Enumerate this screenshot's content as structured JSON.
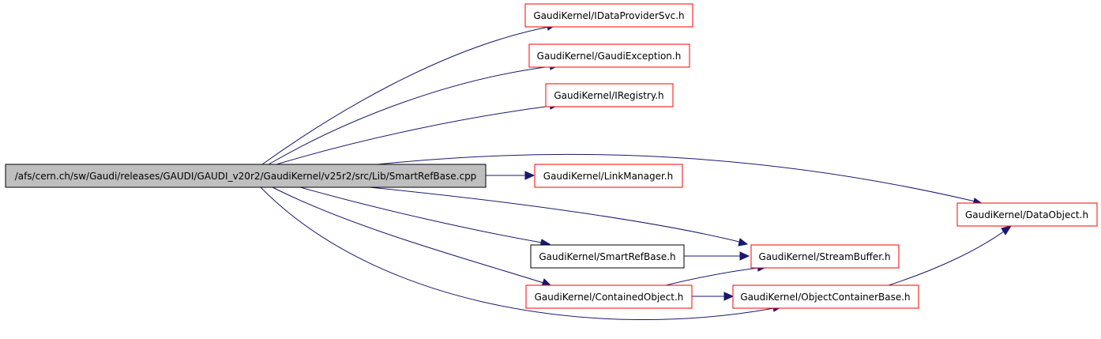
{
  "graph": {
    "root": "/afs/cern.ch/sw/Gaudi/releases/GAUDI/GAUDI_v20r2/GaudiKernel/v25r2/src/Lib/SmartRefBase.cpp",
    "nodes": [
      {
        "id": "root",
        "label": "/afs/cern.ch/sw/Gaudi/releases/GAUDI/GAUDI_v20r2/GaudiKernel/v25r2/src/Lib/SmartRefBase.cpp",
        "style": "root"
      },
      {
        "id": "idps",
        "label": "GaudiKernel/IDataProviderSvc.h",
        "style": "red"
      },
      {
        "id": "gexc",
        "label": "GaudiKernel/GaudiException.h",
        "style": "red"
      },
      {
        "id": "ireg",
        "label": "GaudiKernel/IRegistry.h",
        "style": "red"
      },
      {
        "id": "lman",
        "label": "GaudiKernel/LinkManager.h",
        "style": "red"
      },
      {
        "id": "dobj",
        "label": "GaudiKernel/DataObject.h",
        "style": "red"
      },
      {
        "id": "srb",
        "label": "GaudiKernel/SmartRefBase.h",
        "style": "black"
      },
      {
        "id": "sbuf",
        "label": "GaudiKernel/StreamBuffer.h",
        "style": "red"
      },
      {
        "id": "cobj",
        "label": "GaudiKernel/ContainedObject.h",
        "style": "red"
      },
      {
        "id": "ocb",
        "label": "GaudiKernel/ObjectContainerBase.h",
        "style": "red"
      }
    ],
    "edges": [
      [
        "root",
        "idps"
      ],
      [
        "root",
        "gexc"
      ],
      [
        "root",
        "ireg"
      ],
      [
        "root",
        "dobj"
      ],
      [
        "root",
        "lman"
      ],
      [
        "root",
        "srb"
      ],
      [
        "root",
        "sbuf"
      ],
      [
        "root",
        "cobj"
      ],
      [
        "root",
        "ocb"
      ],
      [
        "srb",
        "sbuf"
      ],
      [
        "cobj",
        "sbuf"
      ],
      [
        "cobj",
        "ocb"
      ],
      [
        "ocb",
        "dobj"
      ]
    ]
  },
  "colors": {
    "edge": "#191970",
    "red_border": "#ff0000",
    "black_border": "#000000",
    "root_fill": "#bfbfbf"
  }
}
